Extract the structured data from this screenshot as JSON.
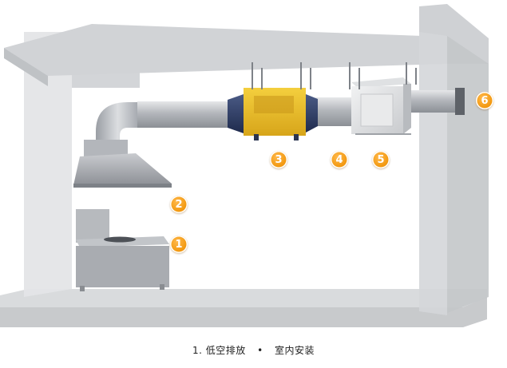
{
  "markers": [
    {
      "id": "1",
      "label": "1"
    },
    {
      "id": "2",
      "label": "2"
    },
    {
      "id": "3",
      "label": "3"
    },
    {
      "id": "4",
      "label": "4"
    },
    {
      "id": "5",
      "label": "5"
    },
    {
      "id": "6",
      "label": "6"
    }
  ],
  "caption": {
    "number": "1.",
    "title": "低空排放",
    "separator": "•",
    "subtitle": "室内安装"
  },
  "colors": {
    "marker": "#f39a12",
    "purifier": "#e8b923",
    "purifier_end": "#2c3e66",
    "duct": "#b9bcc1",
    "room": "#d6d8da"
  }
}
